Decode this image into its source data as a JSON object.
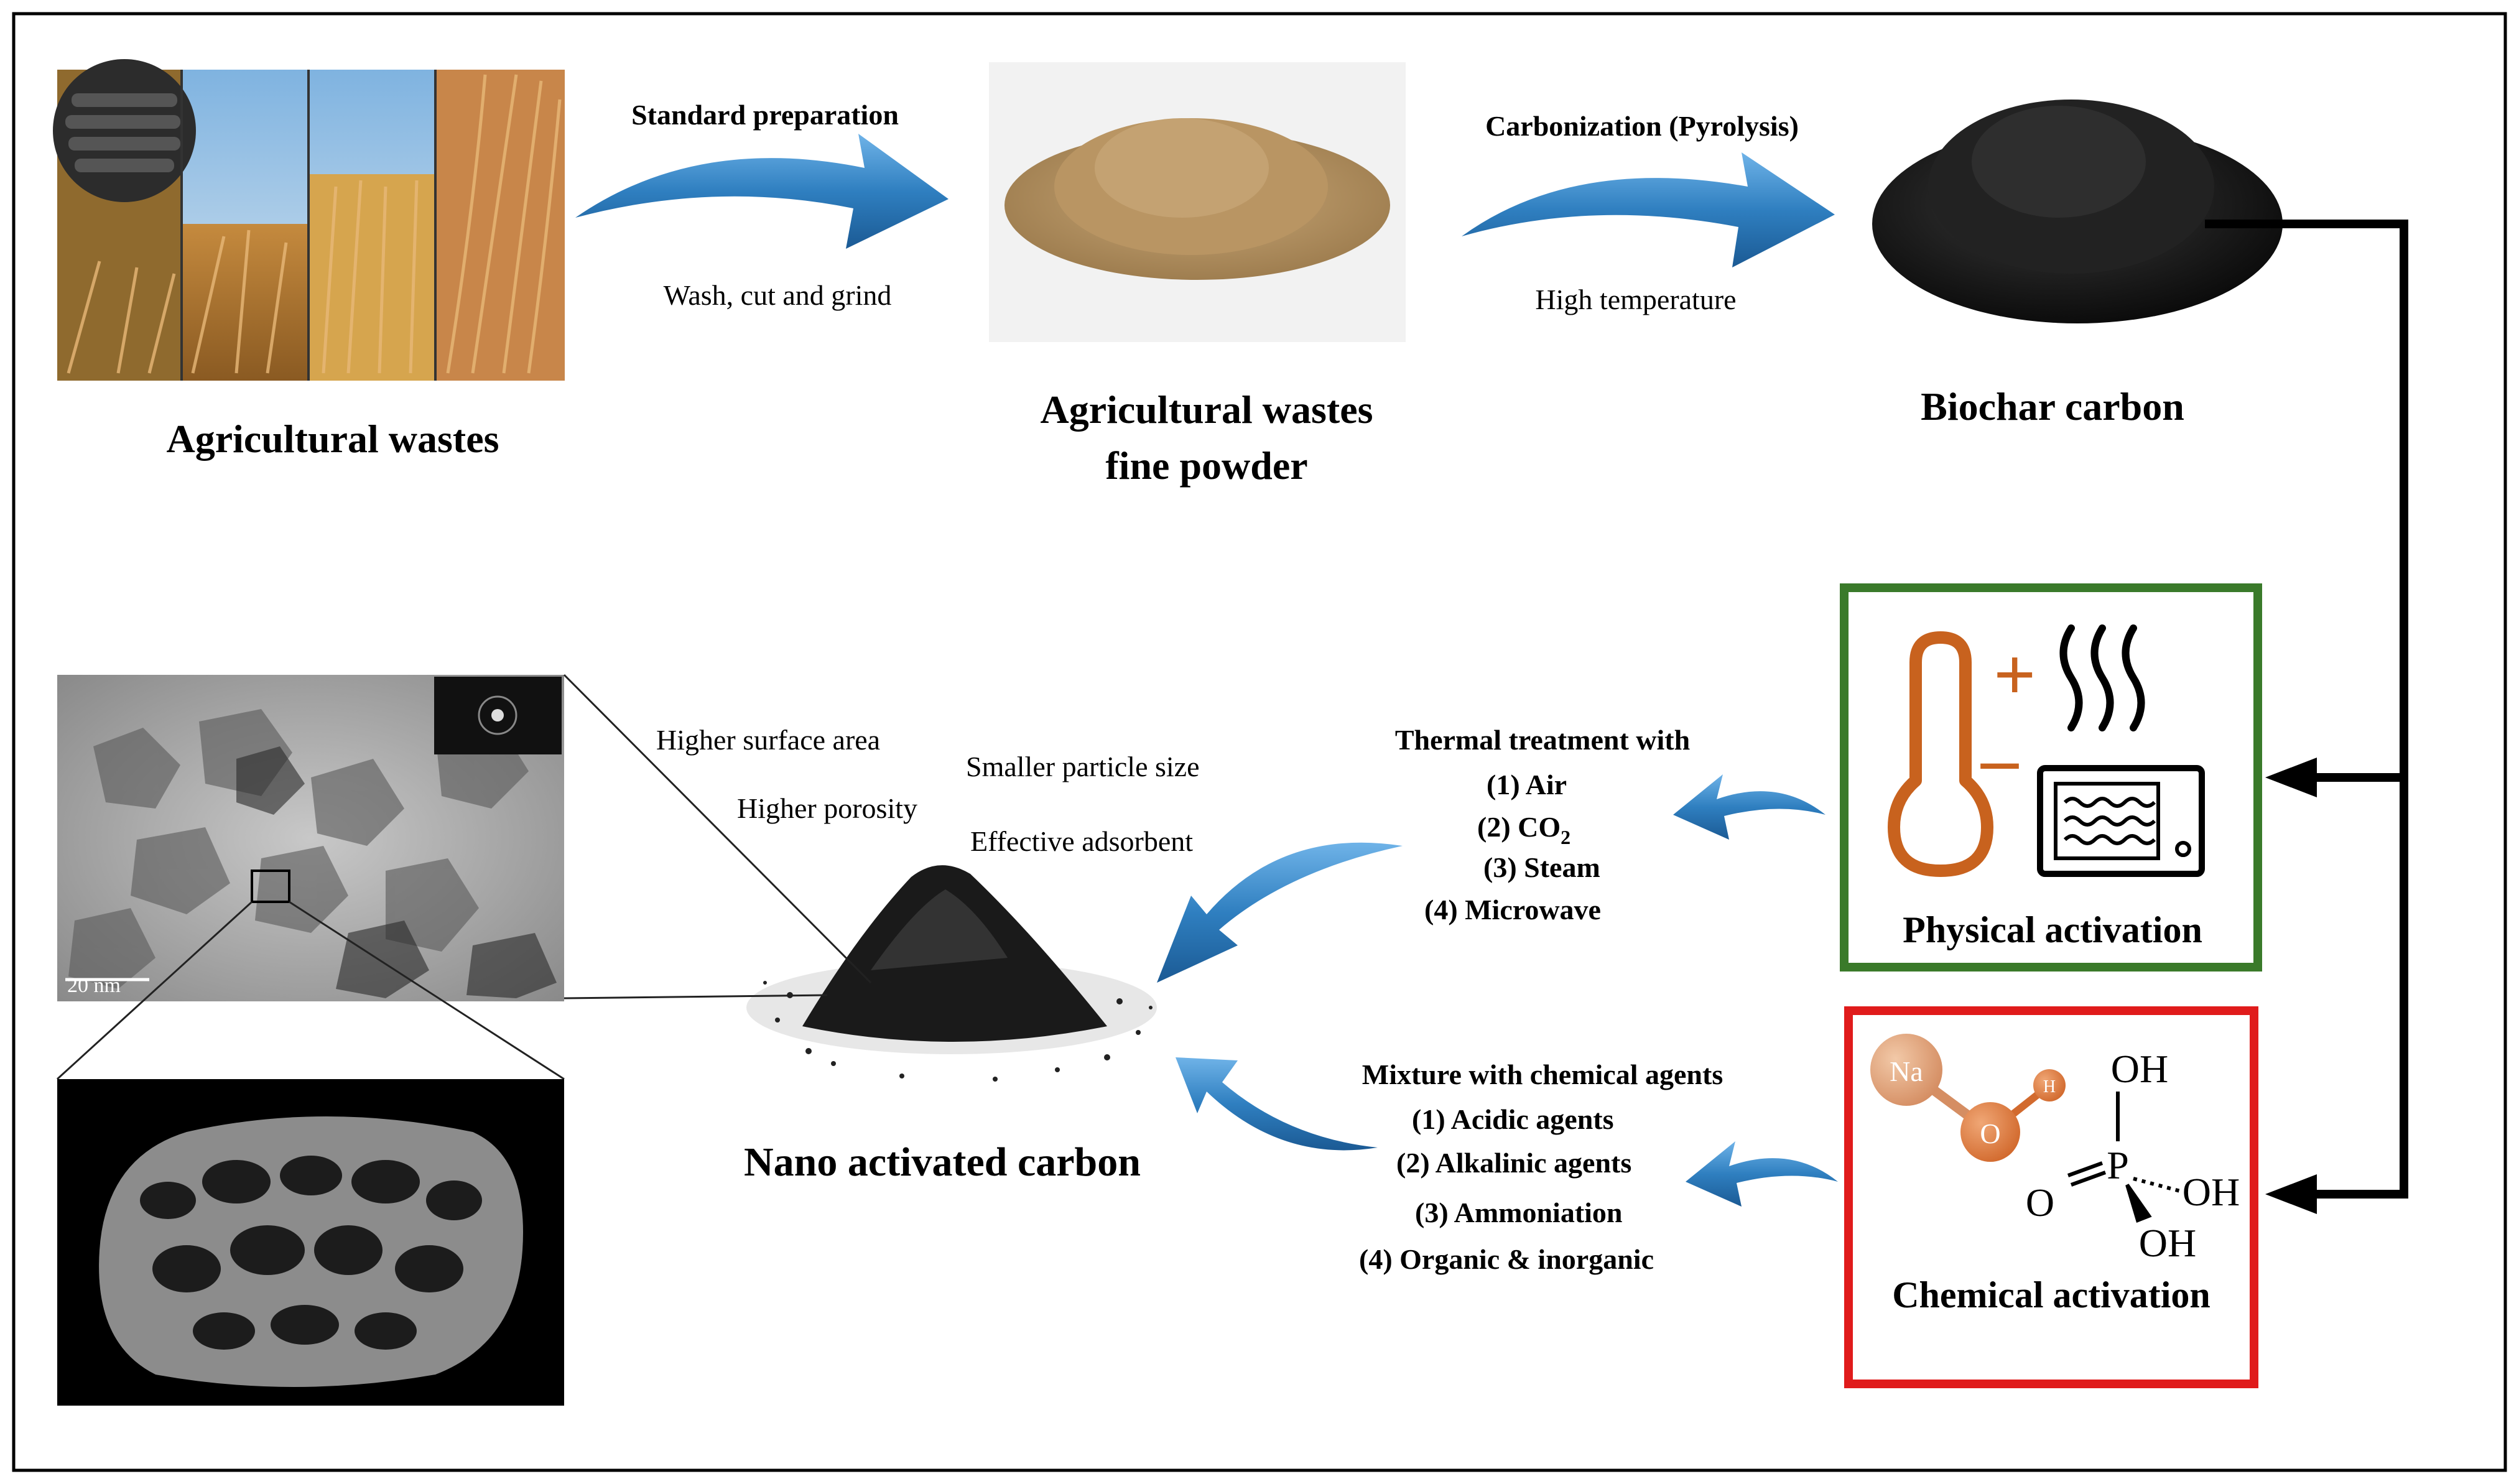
{
  "stages": {
    "agri_wastes": "Agricultural wastes",
    "fine_powder_line1": "Agricultural wastes",
    "fine_powder_line2": "fine powder",
    "biochar": "Biochar carbon",
    "nano_carbon": "Nano activated carbon"
  },
  "steps": {
    "standard_prep": "Standard preparation",
    "wash": "Wash, cut and grind",
    "carbonization": "Carbonization (Pyrolysis)",
    "high_temp": "High temperature"
  },
  "physical": {
    "label": "Physical activation",
    "color": "#3a7a2a",
    "icon_color": "#c8621e",
    "plus": "+",
    "minus": "–"
  },
  "chemical": {
    "label": "Chemical activation",
    "color": "#e01b1b",
    "na": "Na",
    "o": "O",
    "h": "H",
    "p": "P",
    "oh_top": "OH",
    "oh_right": "OH",
    "oh_bottom": "OH",
    "o_double": "O"
  },
  "thermal": {
    "title": "Thermal treatment with",
    "items": [
      "(1)  Air",
      "(2)  CO",
      "(3)  Steam",
      "(4)  Microwave"
    ],
    "co2_sub": "2"
  },
  "chemical_agents": {
    "title": "Mixture with chemical agents",
    "items": [
      "(1)  Acidic agents",
      "(2)  Alkalinic agents",
      "(3)  Ammoniation",
      "(4)  Organic & inorganic"
    ]
  },
  "properties": {
    "p1": "Higher surface area",
    "p2": "Smaller particle size",
    "p3": "Higher porosity",
    "p4": "Effective adsorbent"
  },
  "micrograph": {
    "scale": "20 nm"
  },
  "colors": {
    "arrow": "#2f7fc0",
    "arrow_dark": "#1b5a94"
  }
}
